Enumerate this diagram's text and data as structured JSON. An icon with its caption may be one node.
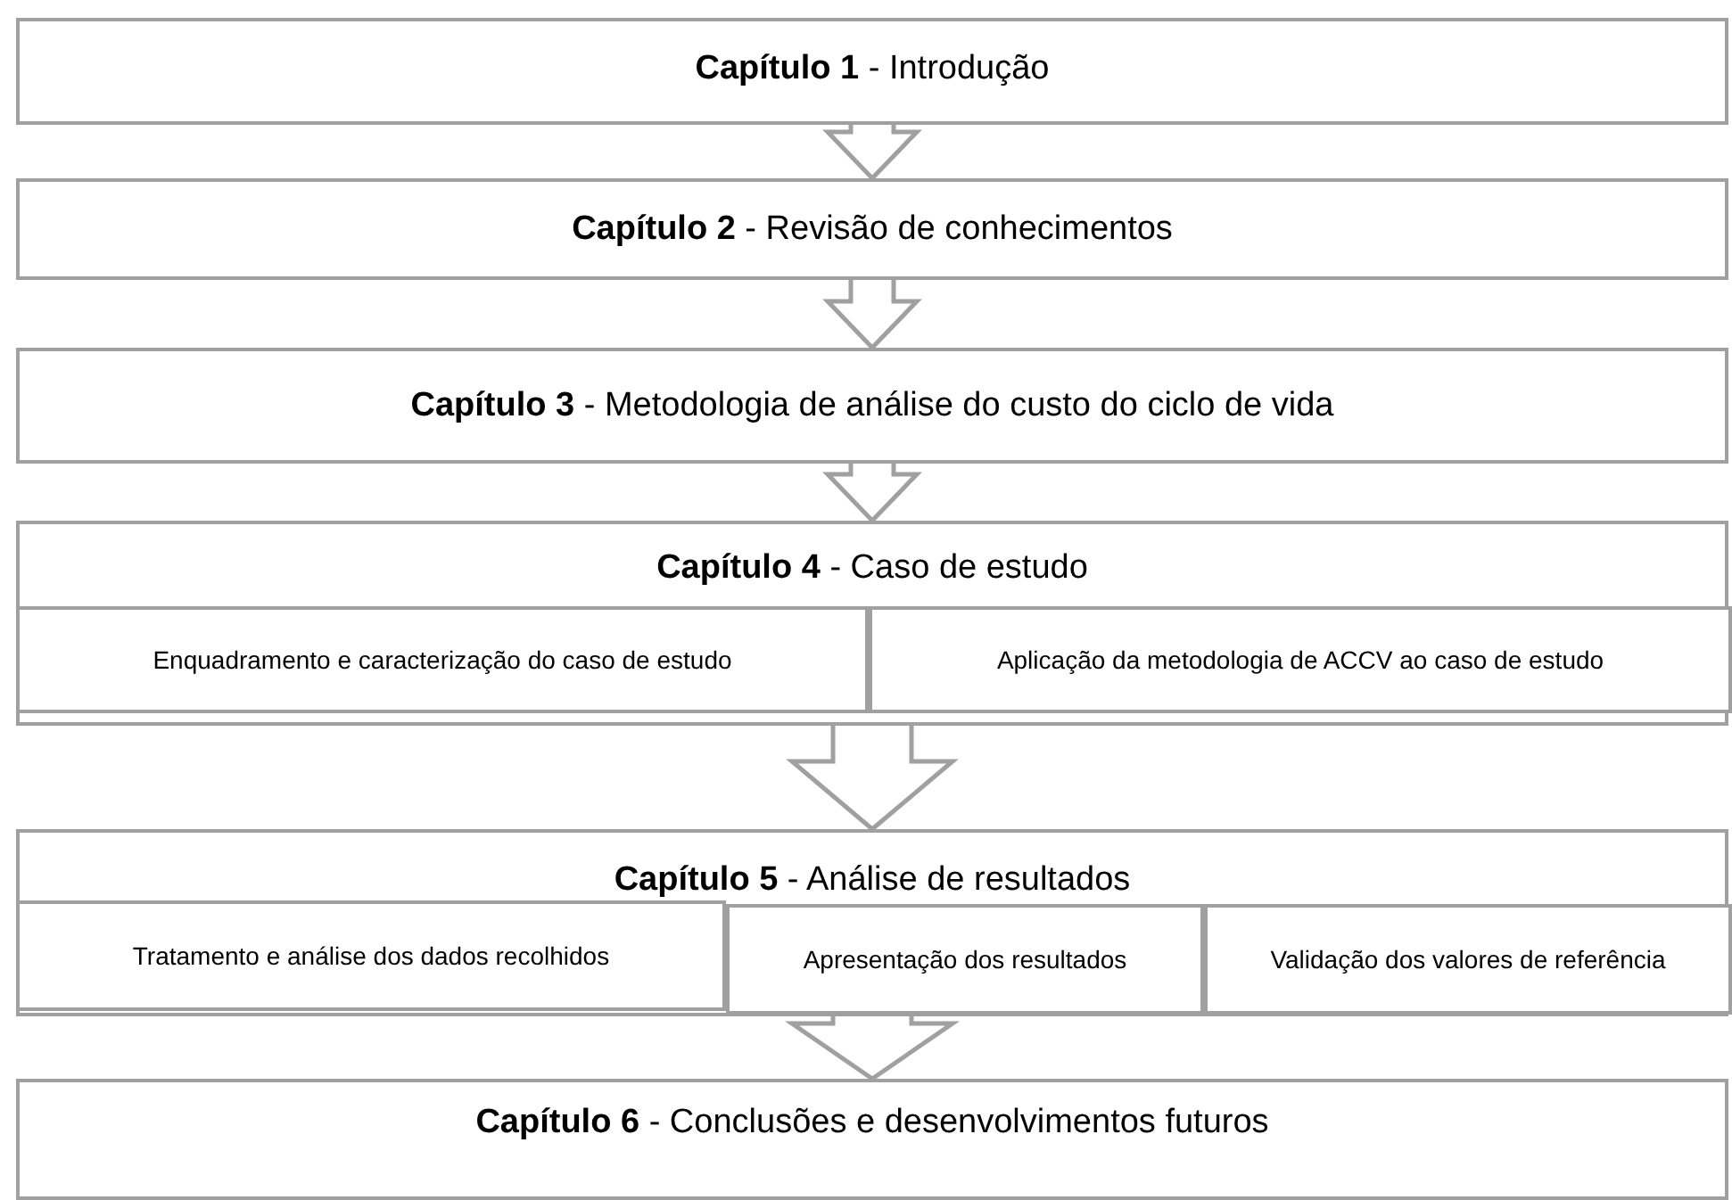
{
  "diagram": {
    "nodes": [
      {
        "text": [
          "**Capítulo 1** - Introdução"
        ]
      },
      {
        "text": [
          "**Capítulo 2** - Revisão de conhecimentos"
        ]
      },
      {
        "text": [
          "**Capítulo 3** - Metodologia de análise do custo do ciclo de vida"
        ]
      },
      {
        "text": [
          "**Capítulo 4** - Caso de estudo"
        ]
      },
      {
        "text": [
          "Enquadramento e caracterização do caso de estudo"
        ],
        "in": 3
      },
      {
        "text": [
          "Aplicação da metodologia de ACCV ao caso de estudo"
        ],
        "in": 3
      },
      {
        "text": [
          "**Capítulo 5** - Análise de resultados"
        ]
      },
      {
        "text": [
          "Tratamento e análise dos dados recolhidos"
        ],
        "in": 6
      },
      {
        "text": [
          "Apresentação dos resultados"
        ],
        "in": 6
      },
      {
        "text": [
          "Validação dos valores de referência"
        ],
        "in": 6
      },
      {
        "text": [
          "**Capítulo 6** - Conclusões e desenvolvimentos futuros"
        ]
      }
    ],
    "edges": [
      {
        "from": 0,
        "to": 1,
        "arrow": "to"
      },
      {
        "from": 1,
        "to": 2,
        "arrow": "to"
      },
      {
        "from": 2,
        "to": 3,
        "arrow": "to"
      },
      {
        "from": 3,
        "to": 6,
        "arrow": "to",
        "style": "thick"
      },
      {
        "from": 6,
        "to": 10,
        "arrow": "to",
        "style": "thick"
      }
    ]
  }
}
